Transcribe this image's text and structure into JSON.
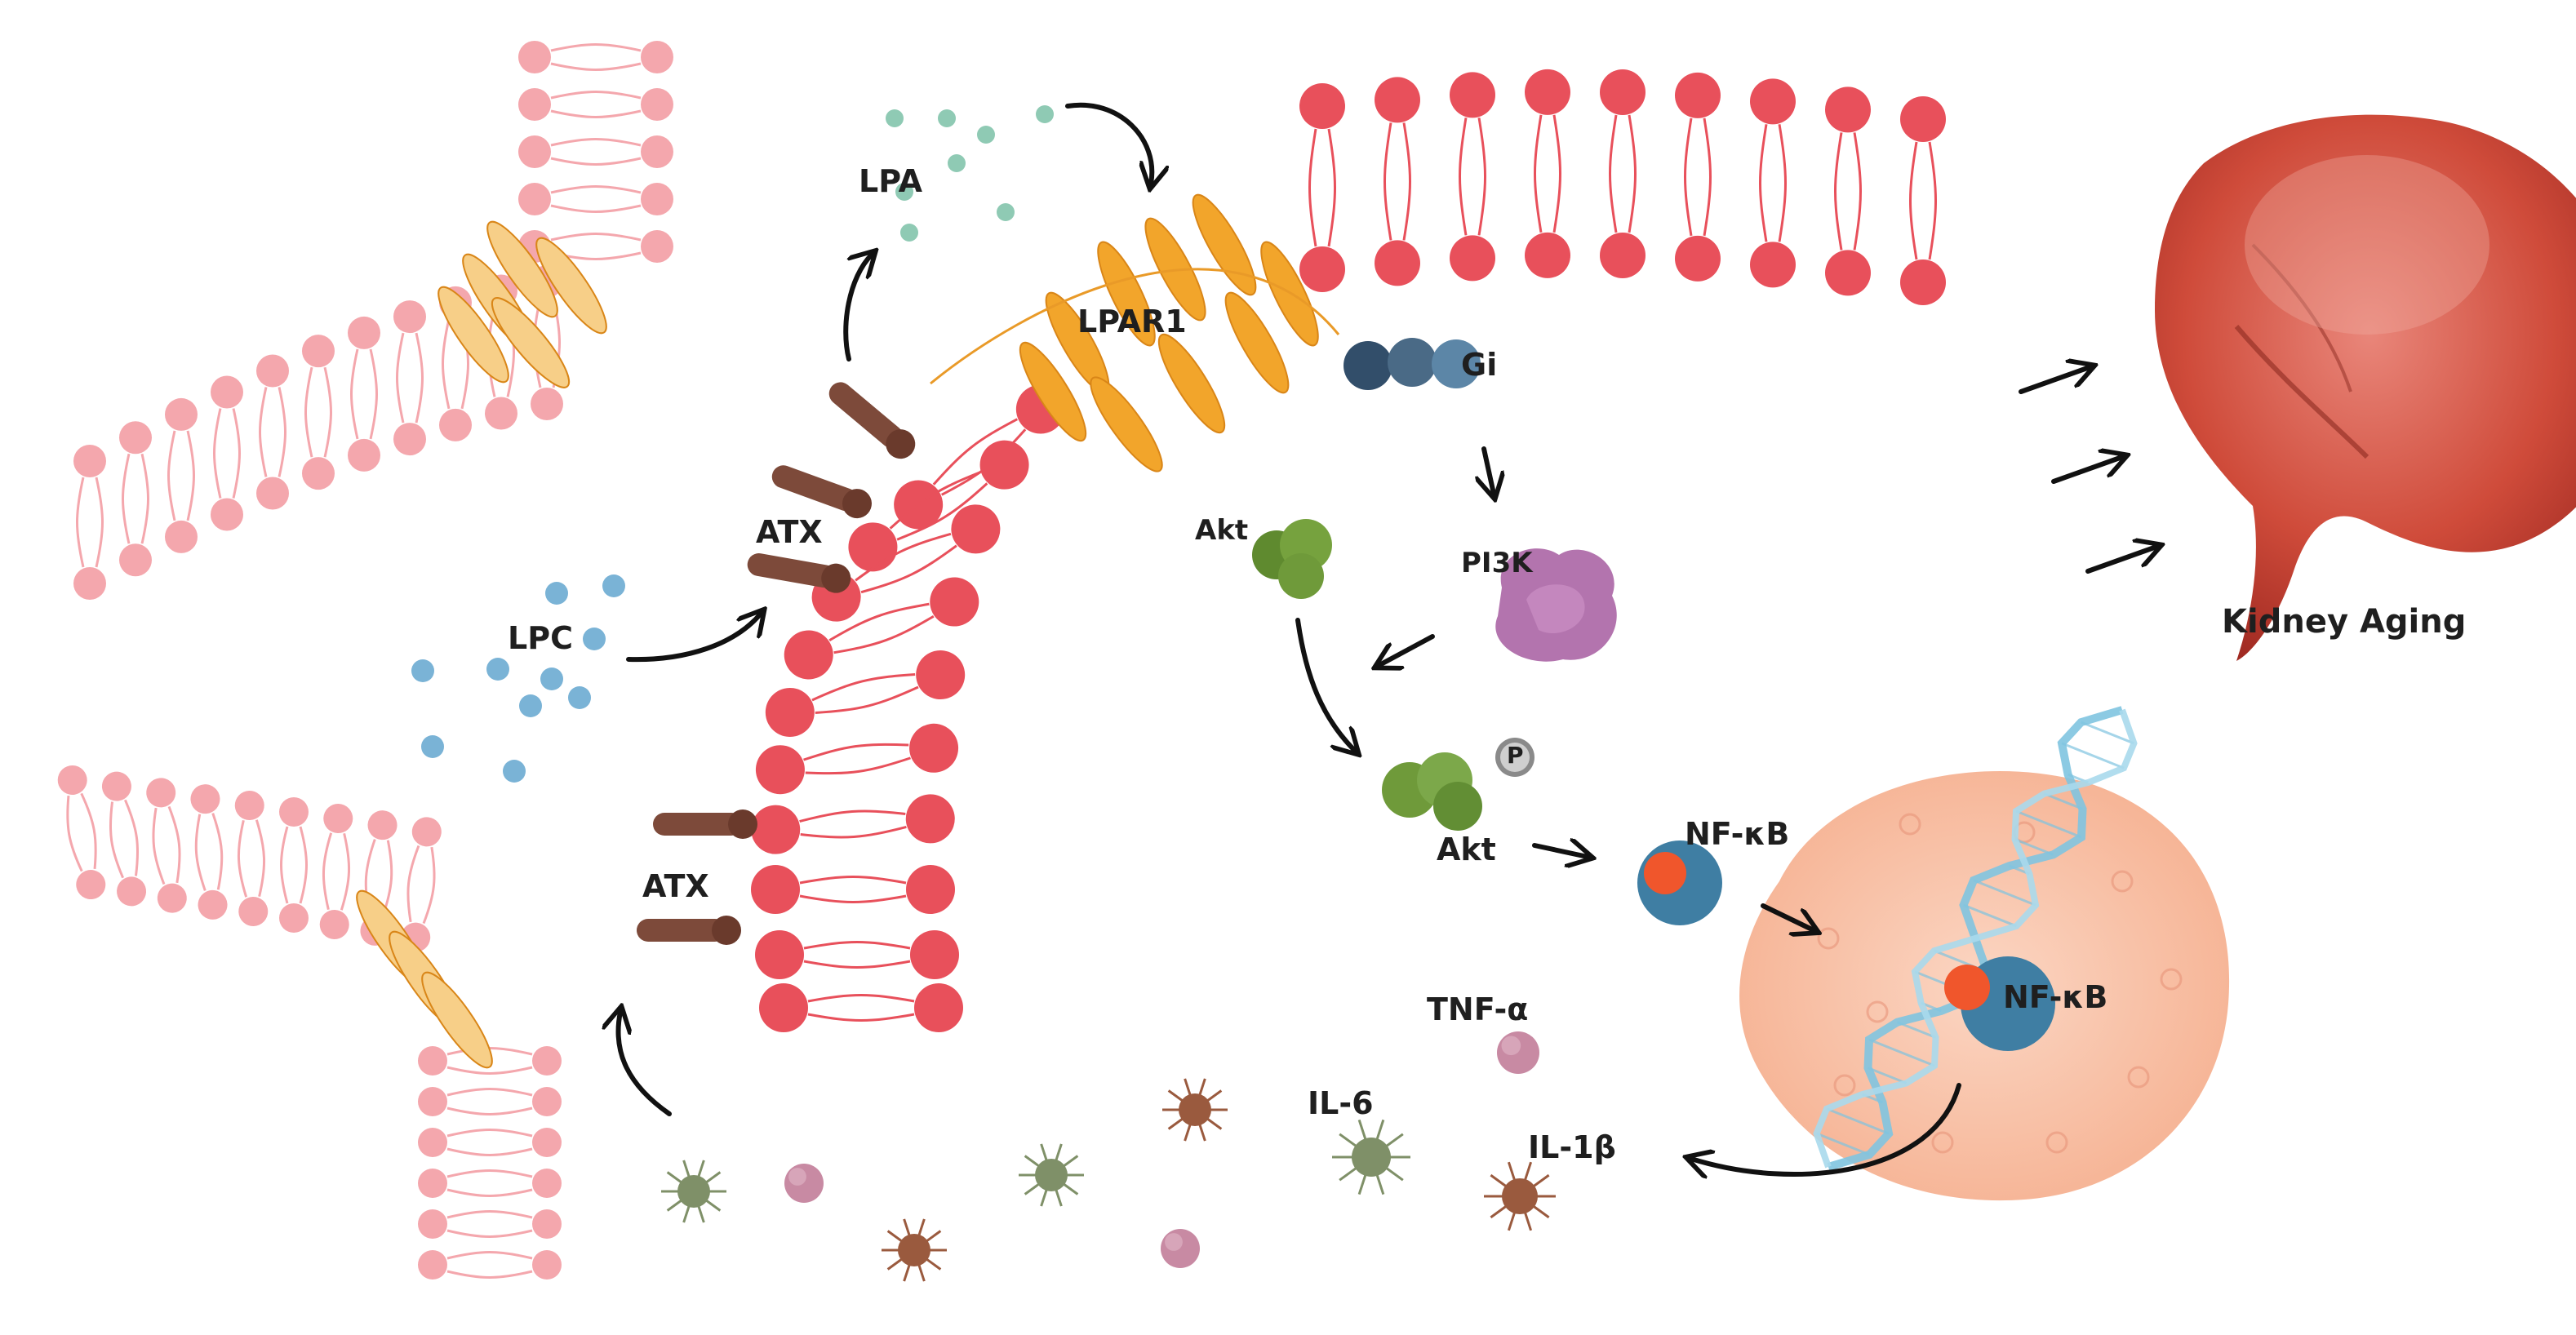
{
  "labels": {
    "lpa": "LPA",
    "lpar1": "LPAR1",
    "gi": "Gi",
    "atx_top": "ATX",
    "atx_bottom": "ATX",
    "lpc": "LPC",
    "akt_top": "Akt",
    "pi3k": "PI3K",
    "p": "P",
    "akt_bottom": "Akt",
    "nfkb_cyto": "NF-κB",
    "nfkb_nucleus": "NF-κB",
    "tnf": "TNF-α",
    "il6": "IL-6",
    "il1b": "IL-1β",
    "kidney": "Kidney Aging"
  },
  "colors": {
    "membrane": "#e8505b",
    "membrane_faded": "#f4a7ad",
    "receptor": "#f2a52b",
    "receptor_faded": "#f7cf88",
    "atx": "#7d4a3a",
    "lpa": "#8fcab4",
    "lpc": "#7ab3d6",
    "gi": "#3a6f91",
    "akt": "#6f9a3a",
    "pi3k": "#a968a3",
    "nfkb": "#3f7ea3",
    "nfkb_spot": "#f0562c",
    "nucleus": "#f8c5ad",
    "dna": "#7fc4e0",
    "kidney": "#c2402c",
    "cytokine_green": "#7f9068",
    "cytokine_brown": "#9a5a3e",
    "cytokine_pink": "#c88aa3",
    "arrow": "#111111"
  }
}
